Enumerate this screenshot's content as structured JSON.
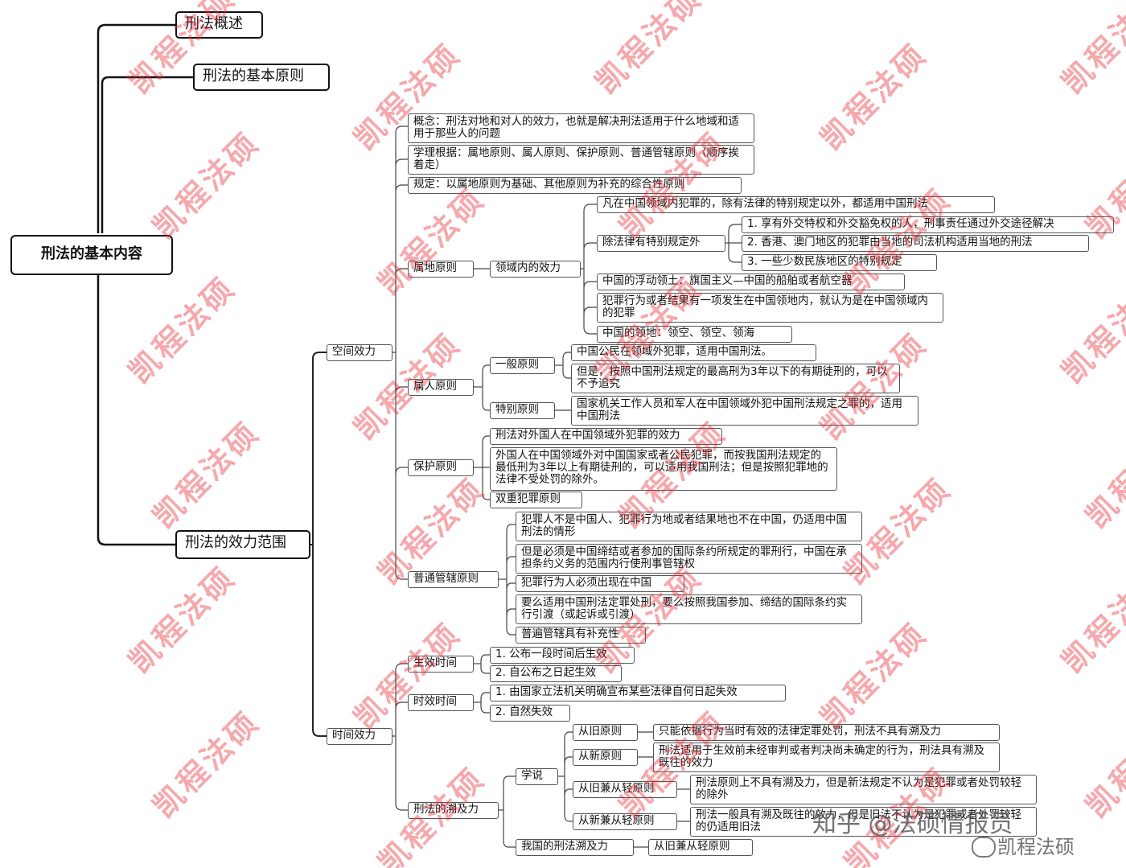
{
  "mindmap": {
    "root": "刑法的基本内容",
    "overview": "刑法概述",
    "basic_principles": "刑法的基本原则",
    "scope": "刑法的效力范围",
    "space": {
      "label": "空间效力",
      "concept": "概念：刑法对地和对人的效力，也就是解决刑法适用于什么地域和适用于那些人的问题",
      "theory": "学理根据：属地原则、属人原则、保护原则、普通管辖原则（顺序挨着走）",
      "rule": "规定：以属地原则为基础、其他原则为补充的综合性原则",
      "territorial": {
        "label": "属地原则",
        "within": "领域内的效力",
        "general": "凡在中国领域内犯罪的，除有法律的特别规定以外，都适用中国刑法",
        "exceptions": {
          "label": "除法律有特别规定外",
          "items": [
            "1. 享有外交特权和外交豁免权的人，刑事责任通过外交途径解决",
            "2. 香港、澳门地区的犯罪由当地的司法机构适用当地的刑法",
            "3. 一些少数民族地区的特别规定"
          ]
        },
        "floating": "中国的浮动领土：旗国主义—中国的船舶或者航空器",
        "act_or_result": "犯罪行为或者结果有一项发生在中国领地内，就认为是在中国领域内的犯罪",
        "domain": "中国的领地：领空、领空、领海"
      },
      "personal": {
        "label": "属人原则",
        "general": {
          "label": "一般原则",
          "items": [
            "中国公民在领域外犯罪，适用中国刑法。",
            "但是，按照中国刑法规定的最高刑为3年以下的有期徒刑的，可以不予追究"
          ]
        },
        "special": {
          "label": "特别原则",
          "item": "国家机关工作人员和军人在中国领域外犯中国刑法规定之罪的，适用中国刑法"
        }
      },
      "protective": {
        "label": "保护原则",
        "items": [
          "刑法对外国人在中国领域外犯罪的效力",
          "外国人在中国领域外对中国国家或者公民犯罪，而按我国刑法规定的最低刑为3年以上有期徒刑的，可以适用我国刑法；但是按照犯罪地的法律不受处罚的除外。",
          "双重犯罪原则"
        ]
      },
      "universal": {
        "label": "普通管辖原则",
        "items": [
          "犯罪人不是中国人、犯罪行为地或者结果地也不在中国，仍适用中国刑法的情形",
          "但是必须是中国缔结或者参加的国际条约所规定的罪刑行，中国在承担条约义务的范围内行使刑事管辖权",
          "犯罪行为人必须出现在中国",
          "要么适用中国刑法定罪处刑，要么按照我国参加、缔结的国际条约实行引渡（或起诉或引渡）",
          "普遍管辖具有补充性"
        ]
      }
    },
    "time": {
      "label": "时间效力",
      "effective": {
        "label": "生效时间",
        "items": [
          "1. 公布一段时间后生效",
          "2. 自公布之日起生效"
        ]
      },
      "expiry": {
        "label": "时效时间",
        "items": [
          "1. 由国家立法机关明确宣布某些法律自何日起失效",
          "2. 自然失效"
        ]
      },
      "retroactivity": {
        "label": "刑法的溯及力",
        "doctrine": {
          "label": "学说",
          "items": [
            {
              "label": "从旧原则",
              "desc": "只能依据行为当时有效的法律定罪处罚，刑法不具有溯及力"
            },
            {
              "label": "从新原则",
              "desc": "刑法适用于生效前未经审判或者判决尚未确定的行为，刑法具有溯及既往的效力"
            },
            {
              "label": "从旧兼从轻原则",
              "desc": "刑法原则上不具有溯及力，但是新法规定不认为是犯罪或者处罚较轻的除外"
            },
            {
              "label": "从新兼从轻原则",
              "desc": "刑法一般具有溯及既往的效力，但是旧法不认为是犯罪或者处罚较轻的仍适用旧法"
            }
          ]
        },
        "china": {
          "label": "我国的刑法溯及力",
          "value": "从旧兼从轻原则"
        }
      }
    }
  },
  "watermark": {
    "text": "凯程法硕",
    "color": "#e62832"
  },
  "credit": {
    "platform": "知乎 @法硕情报员",
    "logo": "微博",
    "account": "凯程法硕"
  }
}
